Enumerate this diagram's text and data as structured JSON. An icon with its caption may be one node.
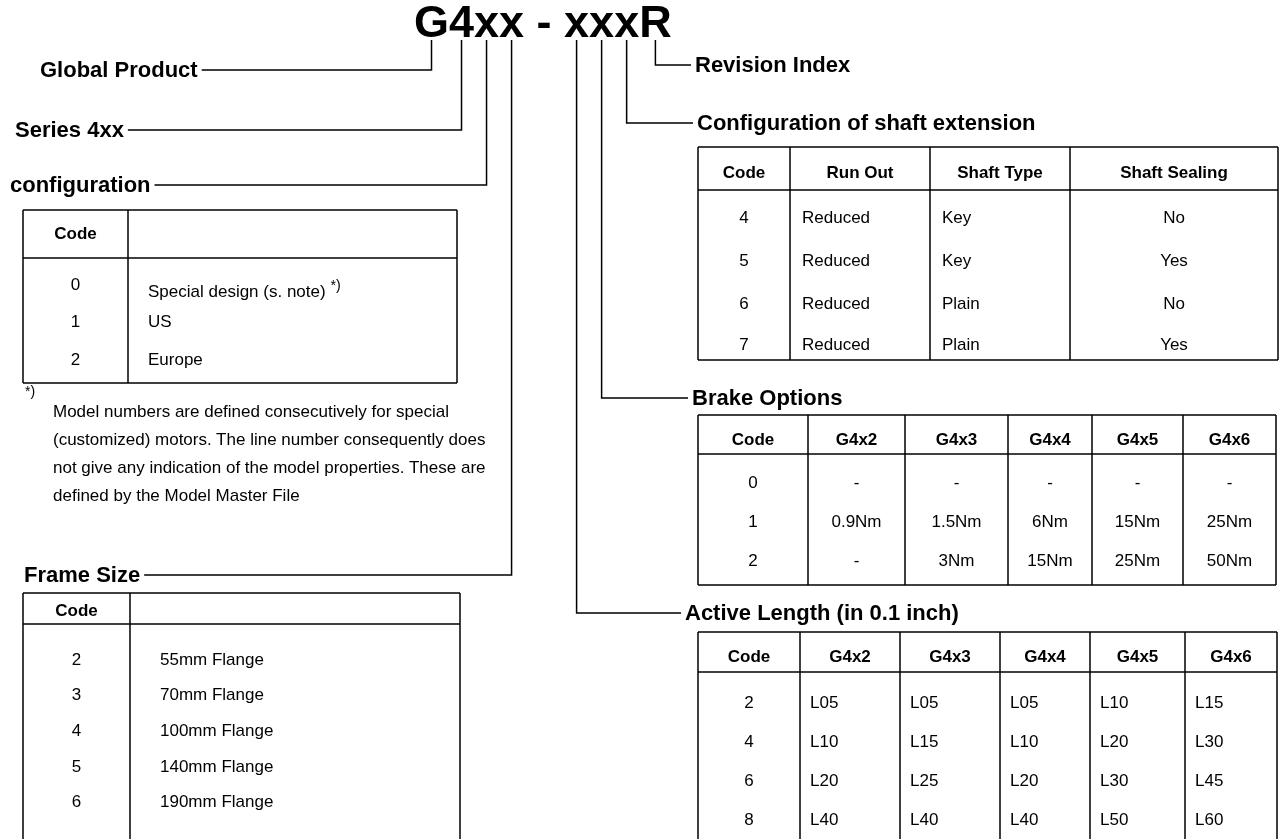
{
  "diagram": {
    "title": "G4xx - xxxR",
    "nodes": [
      {
        "text": [
          "Global Product"
        ]
      },
      {
        "text": [
          "Revision Index"
        ]
      },
      {
        "text": [
          "Series 4xx"
        ]
      },
      {
        "text": [
          "Configuration of shaft extension"
        ]
      },
      {
        "text": [
          "configuration"
        ]
      },
      {
        "text": [
          "Brake Options"
        ]
      },
      {
        "text": [
          "Frame Size"
        ]
      },
      {
        "text": [
          "Active Length (in 0.1 inch)"
        ]
      }
    ],
    "edges": [
      {
        "from": 0,
        "to": null,
        "arrow": "none"
      },
      {
        "from": 1,
        "to": null,
        "arrow": "none"
      },
      {
        "from": 2,
        "to": null,
        "arrow": "none"
      },
      {
        "from": 3,
        "to": null,
        "arrow": "none"
      },
      {
        "from": 4,
        "to": null,
        "arrow": "none"
      },
      {
        "from": 5,
        "to": null,
        "arrow": "none"
      },
      {
        "from": 6,
        "to": null,
        "arrow": "none"
      },
      {
        "from": 7,
        "to": null,
        "arrow": "none"
      }
    ],
    "labels": [
      "Code",
      "0",
      "Special design (s. note) $^{*)}$",
      "1",
      "US",
      "2",
      "Europe",
      "*)",
      "Model numbers are defined consecutively for special (customized) motors. The line number consequently does not give any indication of the model properties. These are defined by the Model Master File",
      "Code",
      "2",
      "55mm Flange",
      "3",
      "70mm Flange",
      "4",
      "100mm Flange",
      "5",
      "140mm Flange",
      "6",
      "190mm Flange",
      "Code",
      "Run Out",
      "Shaft Type",
      "Shaft Sealing",
      "4",
      "Reduced",
      "Key",
      "No",
      "5",
      "Reduced",
      "Key",
      "Yes",
      "6",
      "Reduced",
      "Plain",
      "No",
      "7",
      "Reduced",
      "Plain",
      "Yes",
      "Code",
      "G4x2",
      "G4x3",
      "G4x4",
      "G4x5",
      "G4x6",
      "0",
      "-",
      "-",
      "-",
      "-",
      "-",
      "1",
      "0.9Nm",
      "1.5Nm",
      "6Nm",
      "15Nm",
      "25Nm",
      "2",
      "-",
      "3Nm",
      "15Nm",
      "25Nm",
      "50Nm",
      "Code",
      "G4x2",
      "G4x3",
      "G4x4",
      "G4x5",
      "G4x6",
      "2",
      "L05",
      "L05",
      "L05",
      "L10",
      "L15",
      "4",
      "L10",
      "L15",
      "L10",
      "L20",
      "L30",
      "6",
      "L20",
      "L25",
      "L20",
      "L30",
      "L45",
      "8",
      "L40",
      "L40",
      "L40",
      "L50",
      "L60"
    ]
  }
}
